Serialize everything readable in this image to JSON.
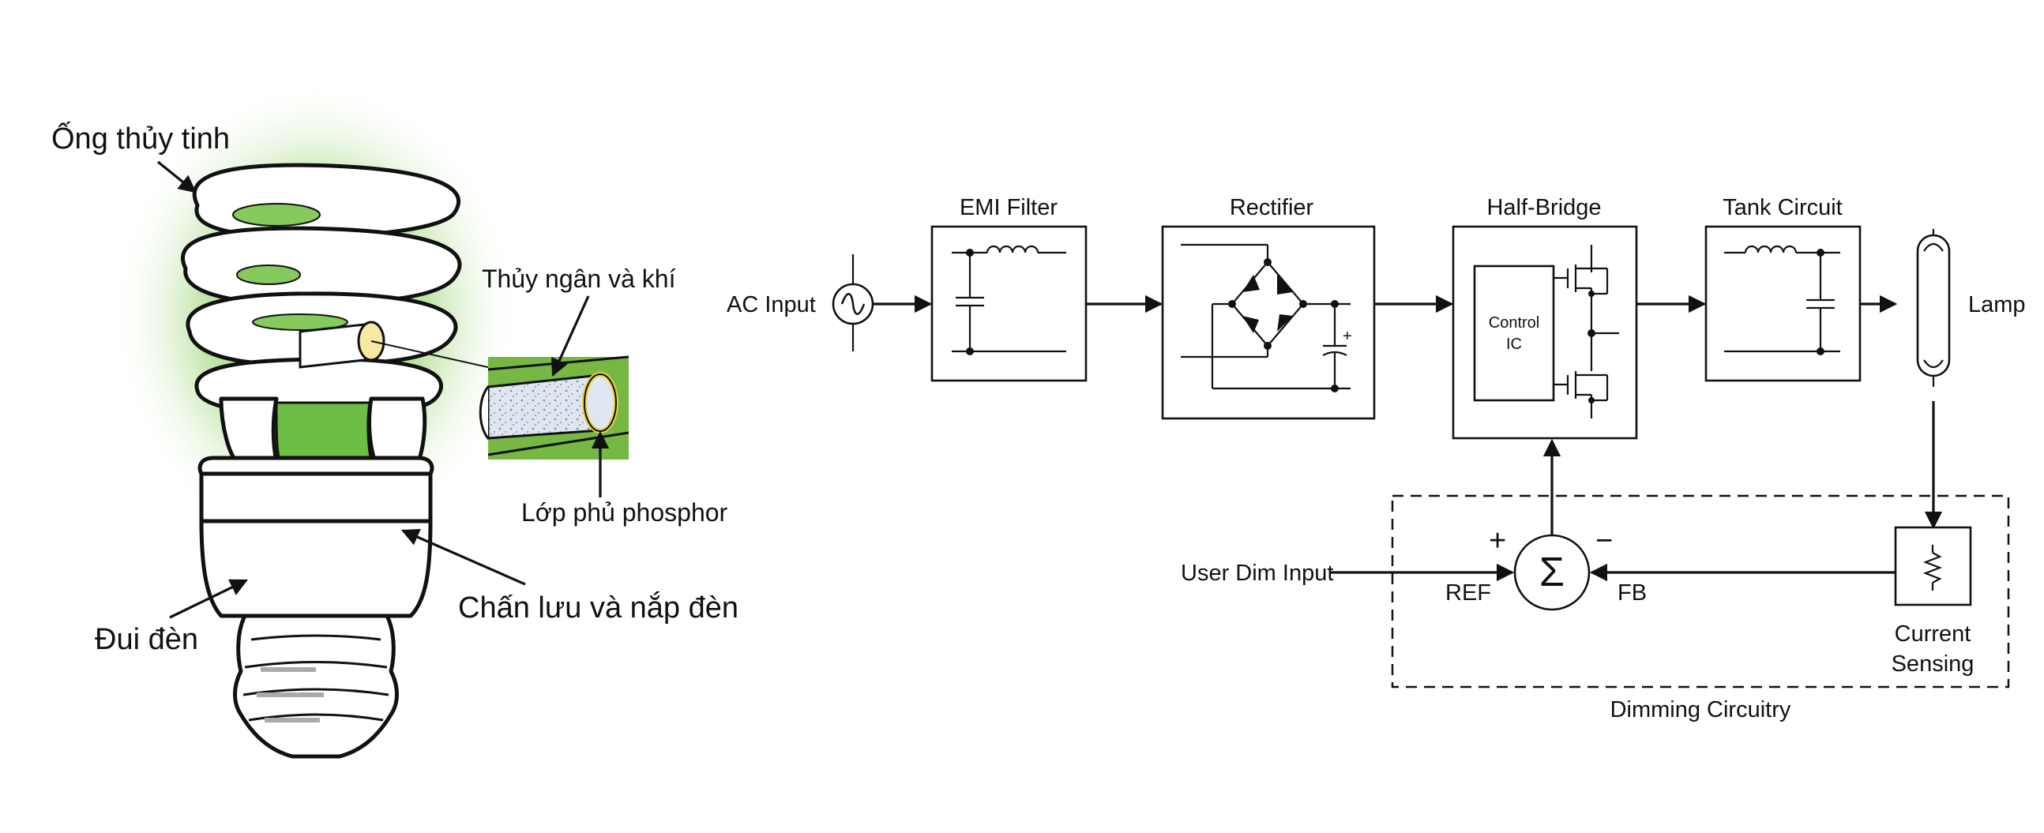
{
  "cfl_labels": {
    "glass_tube": "Ống thủy tinh",
    "mercury_gas": "Thủy ngân và khí",
    "phosphor_coating": "Lớp phủ phosphor",
    "ballast_cap": "Chấn lưu và nắp đèn",
    "base": "Đui đèn"
  },
  "block_diagram": {
    "ac_input": "AC Input",
    "emi_filter": "EMI Filter",
    "rectifier": "Rectifier",
    "half_bridge": "Half-Bridge",
    "control_ic_line1": "Control",
    "control_ic_line2": "IC",
    "tank_circuit": "Tank Circuit",
    "lamp": "Lamp",
    "user_dim_input": "User Dim Input",
    "ref": "REF",
    "fb": "FB",
    "plus": "+",
    "minus": "−",
    "sigma": "Σ",
    "current_sensing_line1": "Current",
    "current_sensing_line2": "Sensing",
    "dimming_circuitry": "Dimming Circuitry",
    "rect_plus": "+"
  },
  "colors": {
    "glow_green": "#6cbe45",
    "tube_inner_green": "#86c95c",
    "inset_bg_green": "#76b843",
    "phosphor_yellow": "#e8d24a",
    "line": "#111111"
  }
}
